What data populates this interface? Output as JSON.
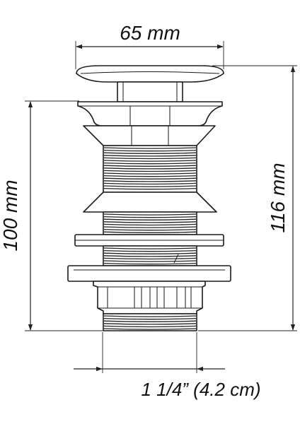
{
  "dimensions": {
    "top_width": "65 mm",
    "left_height": "100 mm",
    "right_height": "116 mm",
    "bottom_thread": "1 1/4” (4.2 cm)"
  },
  "colors": {
    "line": "#1a1a1a",
    "background": "#ffffff"
  }
}
